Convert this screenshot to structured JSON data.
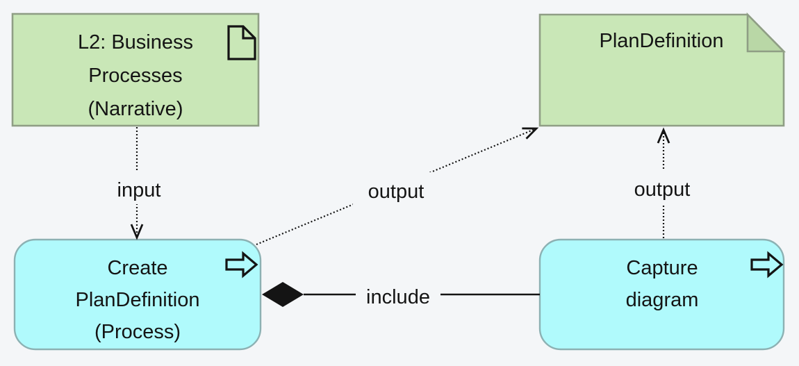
{
  "colors": {
    "canvas_background": "#f4f6f8",
    "deliverable_fill": "#c9e7b7",
    "deliverable_fold": "#b9d7a6",
    "deliverable_border": "#8f9e85",
    "process_fill": "#b0fafc",
    "process_border": "#8cb1b3",
    "line": "#141414"
  },
  "nodes": {
    "business_processes": {
      "lines": [
        "L2: Business",
        "Processes",
        "(Narrative)"
      ],
      "icon": "document-icon",
      "shape": "rectangle"
    },
    "plan_definition": {
      "label": "PlanDefinition",
      "icon": "folded-corner",
      "shape": "deliverable"
    },
    "create_plan_definition": {
      "lines": [
        "Create",
        "PlanDefinition",
        "(Process)"
      ],
      "icon": "process-arrow-icon",
      "shape": "rounded-rectangle"
    },
    "capture_diagram": {
      "lines": [
        "Capture",
        "diagram"
      ],
      "icon": "process-arrow-icon",
      "shape": "rounded-rectangle"
    }
  },
  "connections": {
    "input": {
      "label": "input",
      "style": "dotted-open-arrow",
      "from": "business_processes",
      "to": "create_plan_definition"
    },
    "output_left": {
      "label": "output",
      "style": "dotted-open-arrow",
      "from": "create_plan_definition",
      "to": "plan_definition"
    },
    "output_right": {
      "label": "output",
      "style": "dotted-open-arrow",
      "from": "capture_diagram",
      "to": "plan_definition"
    },
    "include": {
      "label": "include",
      "style": "solid-filled-diamond",
      "from": "create_plan_definition",
      "to": "capture_diagram"
    }
  }
}
